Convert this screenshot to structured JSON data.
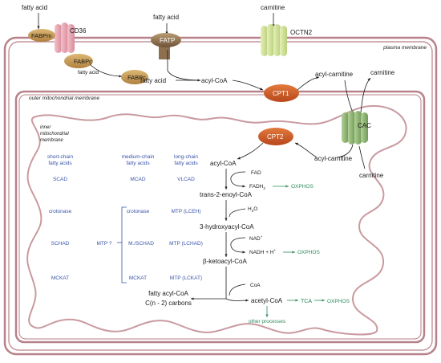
{
  "membranes": {
    "plasma": "plasma membrane",
    "outer_mito": "outer mitochondrial membrane",
    "inner_mito_1": "inner",
    "inner_mito_2": "mitochondrial",
    "inner_mito_3": "membrane"
  },
  "transporters": {
    "fatty_acid_1": "fatty acid",
    "fatty_acid_2": "fatty acid",
    "fabpm": "FABPm",
    "cd36": "CD36",
    "fatp": "FATP",
    "carnitine_top": "carnitine",
    "octn2": "OCTN2",
    "fabpc_1": "FABPc",
    "fabpc_fatty_acid": "fatty acid",
    "fabpc_2": "FABPc",
    "fatty_acid_3": "fatty acid",
    "acyl_coa_1": "acyl-CoA",
    "cpt1": "CPT1",
    "acyl_carnitine_1": "acyl-carnitine",
    "carnitine_2": "carnitine",
    "cac": "CAC",
    "cpt2": "CPT2",
    "acyl_carnitine_2": "acyl-carnitine",
    "carnitine_3": "carnitine"
  },
  "enzymes": {
    "short_chain_1": "short-chain",
    "short_chain_2": "fatty acids",
    "medium_chain_1": "medium-chain",
    "medium_chain_2": "fatty acids",
    "long_chain_1": "long-chain",
    "long_chain_2": "fatty acids",
    "scad": "SCAD",
    "mcad": "MCAD",
    "vlcad": "VLCAD",
    "crotonase_1": "crotonase",
    "crotonase_2": "crotonase",
    "mtp_lceh": "MTP (LCEH)",
    "schad": "SCHAD",
    "mtp_q": "MTP ?",
    "m_schad": "M./SCHAD",
    "mtp_lchad": "MTP (LCHAD)",
    "mckat_1": "MCKAT",
    "mckat_2": "MCKAT",
    "mtp_lckat": "MTP (LCKAT)"
  },
  "pathway": {
    "acyl_coa": "acyl-CoA",
    "fad": "FAD",
    "fadh2": "FADH",
    "fadh2_sub": "2",
    "oxphos_1": "OXPHOS",
    "trans_enoyl": "trans-2-enoyl-CoA",
    "h2o": "H",
    "h2o_sub": "2",
    "h2o_o": "O",
    "hydroxyacyl": "3-hydroxyacyl-CoA",
    "nad": "NAD",
    "nad_sup": "+",
    "nadh": "NADH + H",
    "nadh_sup": "+",
    "oxphos_2": "OXPHOS",
    "ketoacyl": "β-ketoacyl-CoA",
    "coa": "CoA",
    "fatty_acyl_1": "fatty acyl-CoA",
    "fatty_acyl_2": "C(n - 2) carbons",
    "acetyl_coa": "acetyl-CoA",
    "tca": "TCA",
    "oxphos_3": "OXPHOS",
    "other": "other processes"
  },
  "colors": {
    "membrane": "#b8818a",
    "arrow": "#1a1a1a",
    "enzyme_text": "#3a55a8",
    "oxphos_text": "#2e8a5e",
    "cpt": "#c9541f",
    "fabp": "#c79a52",
    "fatp": "#8e7050",
    "cd36": "#e2a2b0",
    "octn2": "#cddf9a",
    "cac": "#8fb274"
  }
}
